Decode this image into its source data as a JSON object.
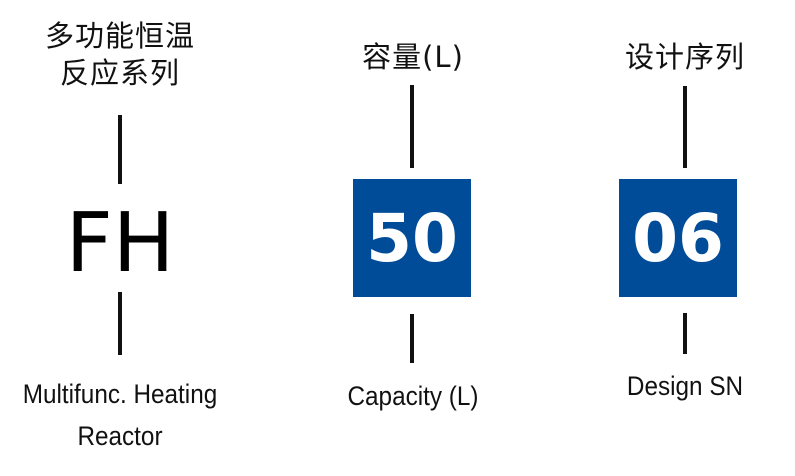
{
  "accent_color": "#004c98",
  "segments": [
    {
      "cn_lines": [
        "多功能恒温",
        "反应系列"
      ],
      "code": "FH",
      "en_lines": [
        "Multifunc. Heating",
        "Reactor"
      ]
    },
    {
      "cn_lines": [
        "容量(L)"
      ],
      "code": "50",
      "en_lines": [
        "Capacity (L)"
      ]
    },
    {
      "cn_lines": [
        "设计序列"
      ],
      "code": "06",
      "en_lines": [
        "Design SN"
      ]
    }
  ]
}
